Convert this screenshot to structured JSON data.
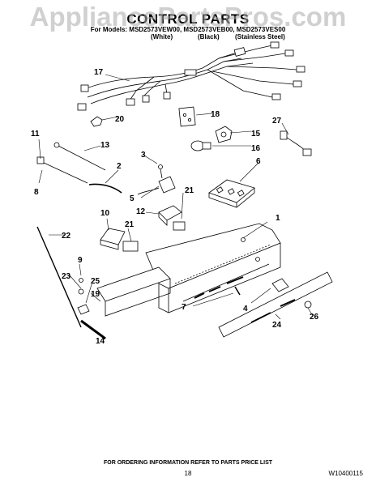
{
  "watermark": "AppliancePartsPros.com",
  "title": "CONTROL PARTS",
  "models_line": "For Models: MSD2573VEW00, MSD2573VEB00, MSD2573VES00",
  "variants": [
    "(White)",
    "(Black)",
    "(Stainless Steel)"
  ],
  "callouts": [
    "1",
    "2",
    "3",
    "4",
    "5",
    "6",
    "7",
    "8",
    "9",
    "10",
    "11",
    "12",
    "13",
    "14",
    "15",
    "16",
    "17",
    "18",
    "19",
    "20",
    "21",
    "21",
    "22",
    "23",
    "24",
    "25",
    "26",
    "27"
  ],
  "footer": {
    "ordering_info": "FOR ORDERING INFORMATION REFER TO PARTS PRICE LIST",
    "page_number": "18",
    "document_number": "W10400115"
  }
}
